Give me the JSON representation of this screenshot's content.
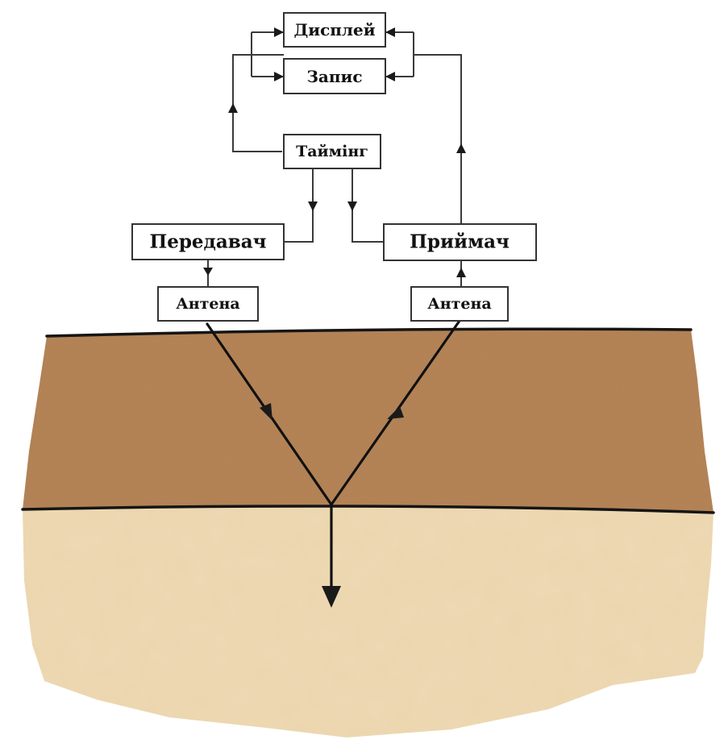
{
  "blocks": {
    "display": "Дисплей",
    "record": "Запис",
    "timing": "Таймінг",
    "transmitter": "Передавач",
    "receiver": "Приймач",
    "antenna_tx": "Антена",
    "antenna_rx": "Антена"
  },
  "colors": {
    "upper_layer": "#b98558",
    "lower_layer": "#ecd6ad",
    "boundary_line": "#151515",
    "block_border": "#333333"
  }
}
